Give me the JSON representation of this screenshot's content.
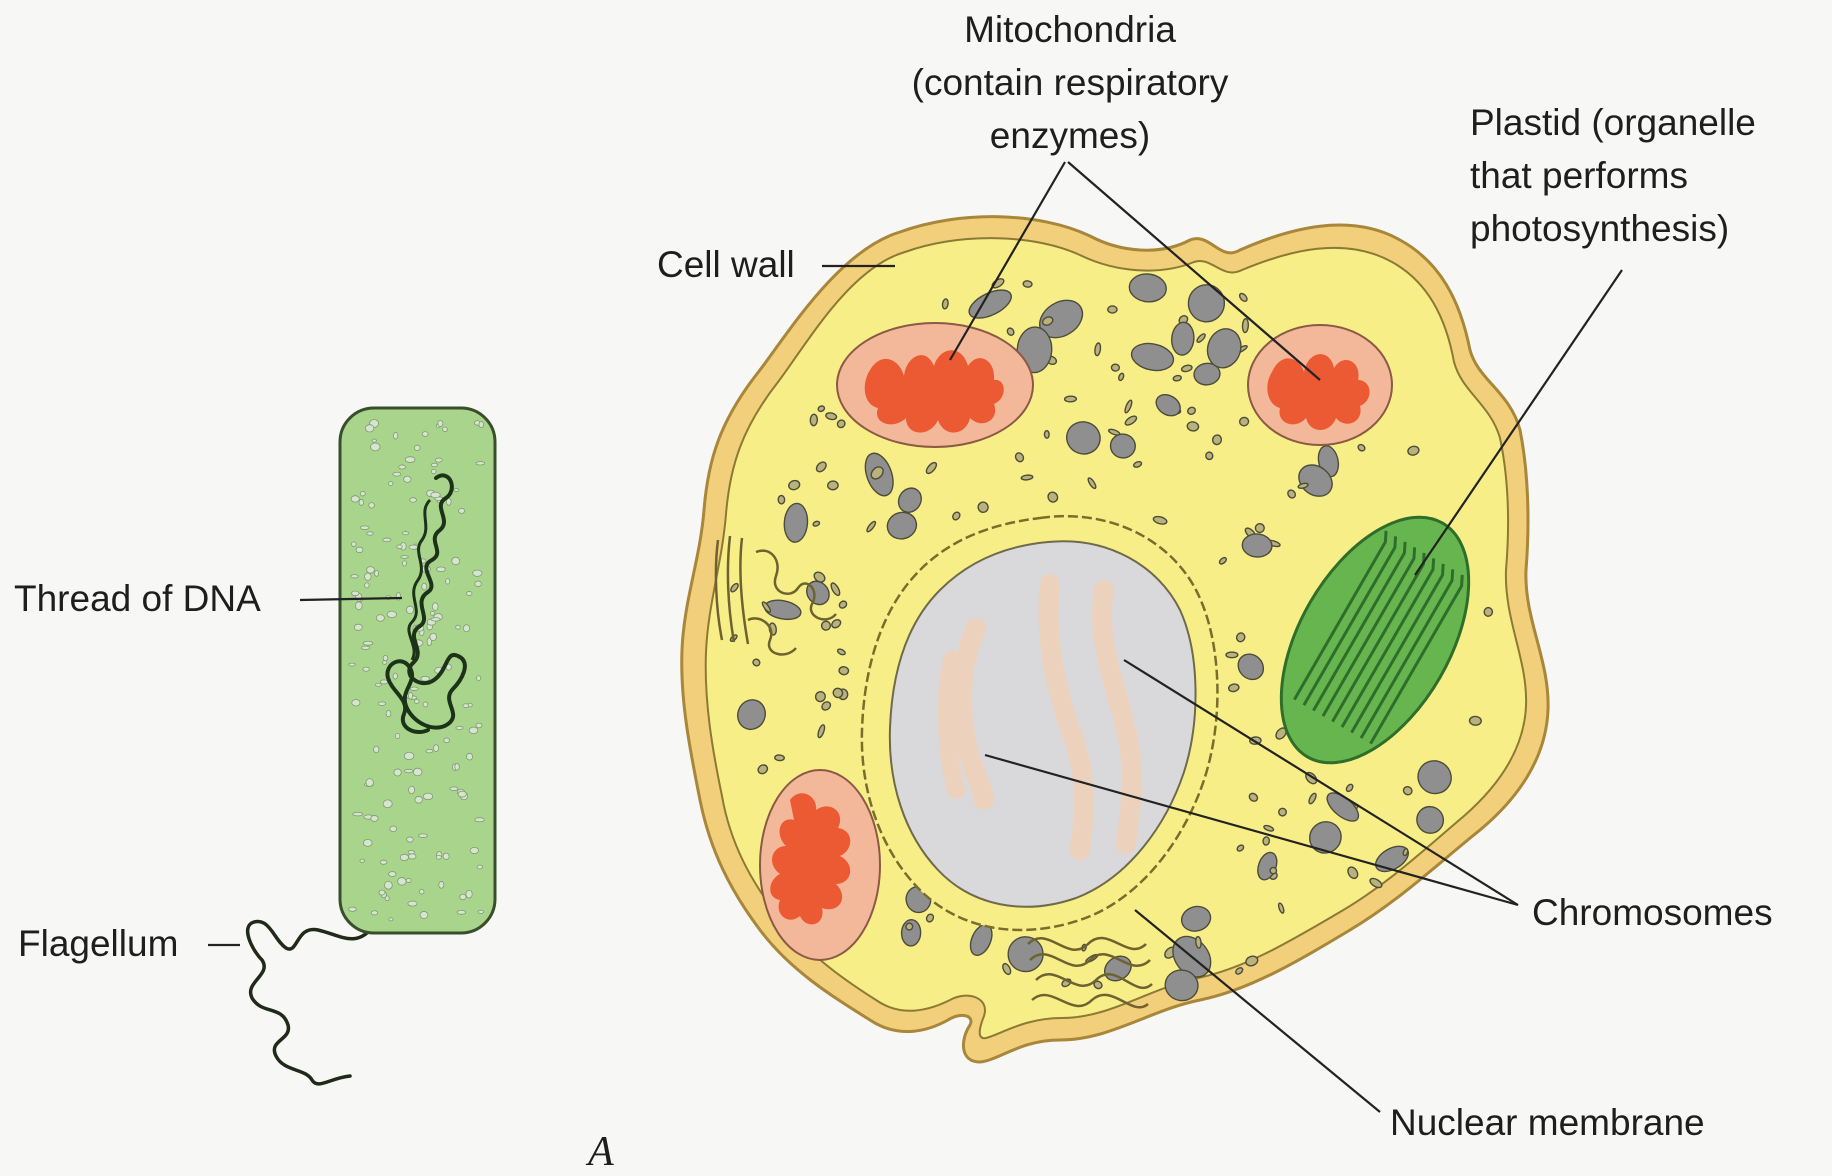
{
  "labels": {
    "mitochondria": [
      "Mitochondria",
      "(contain respiratory",
      "enzymes)"
    ],
    "plastid": [
      "Plastid (organelle",
      "that performs",
      "photosynthesis)"
    ],
    "cell_wall": "Cell wall",
    "thread_of_dna": "Thread of DNA",
    "flagellum": "Flagellum",
    "chromosomes": "Chromosomes",
    "nuclear_membrane": "Nuclear membrane",
    "panel": "A"
  },
  "colors": {
    "cell_wall_fill": "#f2cf7a",
    "cytoplasm": "#f8ee88",
    "organelle_gray": "#8f8f8f",
    "mitochondrion_halo": "#f3b79a",
    "mitochondrion_core": "#ec5a33",
    "plastid": "#67b54f",
    "plastid_lamellae": "#2f6e2a",
    "nucleoplasm": "#d9d9dc",
    "chromosome": "#ecd2bd",
    "bacterium_fill": "#a8d58b",
    "dna_thread": "#1c331a",
    "leader_line": "#222222"
  }
}
